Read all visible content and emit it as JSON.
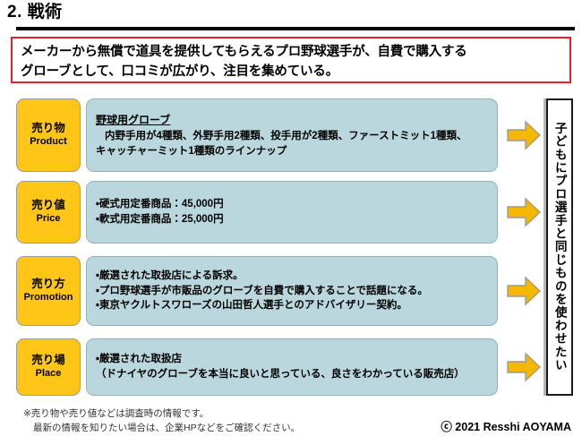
{
  "slide": {
    "title": "2. 戦術",
    "headline": {
      "line1": "メーカーから無償で道具を提供してもらえるプロ野球選手が、自費で購入する",
      "line2": "グローブとして、口コミが広がり、注目を集めている。",
      "border_color": "#e8202a"
    },
    "colors": {
      "label_yellow": "#ffc618",
      "content_blue": "#b9d7dc",
      "arrow_gold": "#f5b800",
      "rule_black": "#000000"
    },
    "rows": [
      {
        "label_ja": "売り物",
        "label_en": "Product",
        "heading": "野球用グローブ",
        "lines": [
          "内野手用が4種類、外野手用2種類、投手用が2種類、ファーストミット1種類、",
          "キャッチャーミット1種類のラインナップ"
        ],
        "indent_first": true,
        "arrow": "right-arrow-icon"
      },
      {
        "label_ja": "売り値",
        "label_en": "Price",
        "heading": "",
        "lines": [
          "・硬式用定番商品：45,000円",
          "・軟式用定番商品：25,000円"
        ],
        "indent_first": false,
        "arrow": "right-arrow-icon"
      },
      {
        "label_ja": "売り方",
        "label_en": "Promotion",
        "heading": "",
        "lines": [
          "・厳選された取扱店による訴求。",
          "・プロ野球選手が市販品のグローブを自費で購入することで話題になる。",
          "・東京ヤクルトスワローズの山田哲人選手とのアドバイザリー契約。"
        ],
        "indent_first": false,
        "arrow": "right-arrow-icon"
      },
      {
        "label_ja": "売り場",
        "label_en": "Place",
        "heading": "",
        "lines": [
          "・厳選された取扱店",
          "（ドナイヤのグローブを本当に良いと思っている、良さをわかっている販売店）"
        ],
        "indent_first": false,
        "arrow": "right-arrow-icon"
      }
    ],
    "conclusion": {
      "vertical_text": "子どもにプロ選手と同じものを使わせたい"
    },
    "footer": {
      "note_line1": "※売り物や売り値などは調査時の情報です。",
      "note_line2": "最新の情報を知りたい場合は、企業HPなどをご確認ください。",
      "copyright": "ⓒ 2021 Resshi AOYAMA"
    }
  }
}
